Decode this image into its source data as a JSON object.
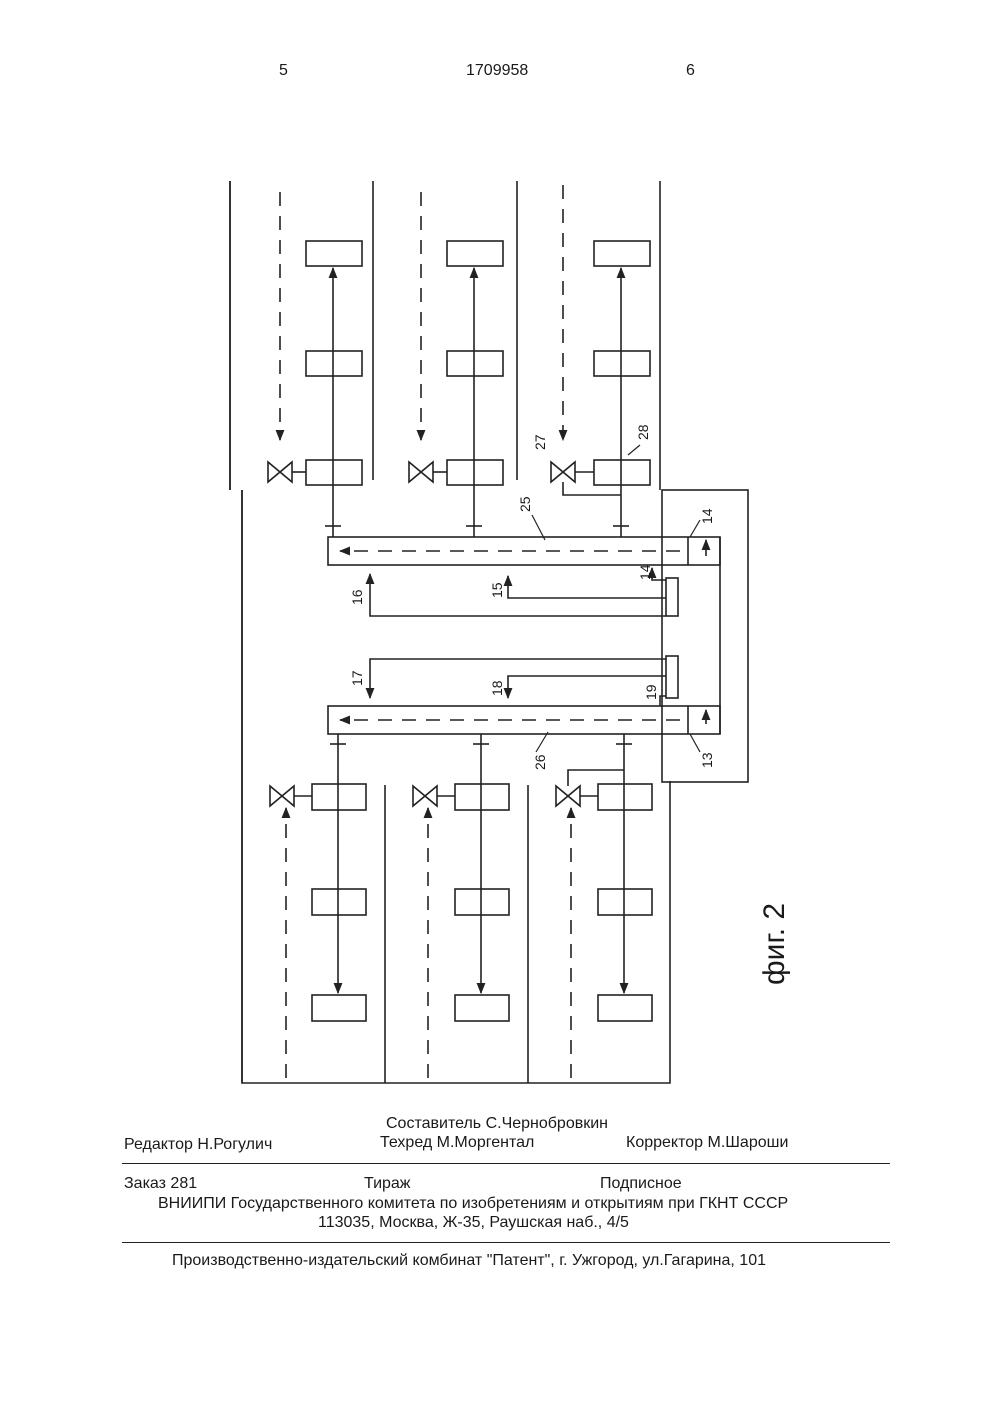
{
  "header": {
    "page_left": "5",
    "patent_number": "1709958",
    "page_right": "6"
  },
  "figure": {
    "caption": "фиг. 2",
    "labels": {
      "l13": "13",
      "l14a": "14",
      "l14b": "14",
      "l15": "15",
      "l16": "16",
      "l17": "17",
      "l18": "18",
      "l19": "19",
      "l25": "25",
      "l26": "26",
      "l27": "27",
      "l28": "28"
    }
  },
  "colophon": {
    "compiler": "Составитель С.Чернобровкин",
    "editor": "Редактор Н.Рогулич",
    "techred": "Техред М.Моргентал",
    "corrector": "Корректор М.Шароши",
    "order": "Заказ 281",
    "circulation": "Тираж",
    "subscription": "Подписное",
    "institute": "ВНИИПИ Государственного комитета по изобретениям и открытиям при ГКНТ СССР",
    "address": "113035, Москва, Ж-35, Раушская наб., 4/5",
    "printer": "Производственно-издательский комбинат \"Патент\", г. Ужгород, ул.Гагарина, 101"
  }
}
